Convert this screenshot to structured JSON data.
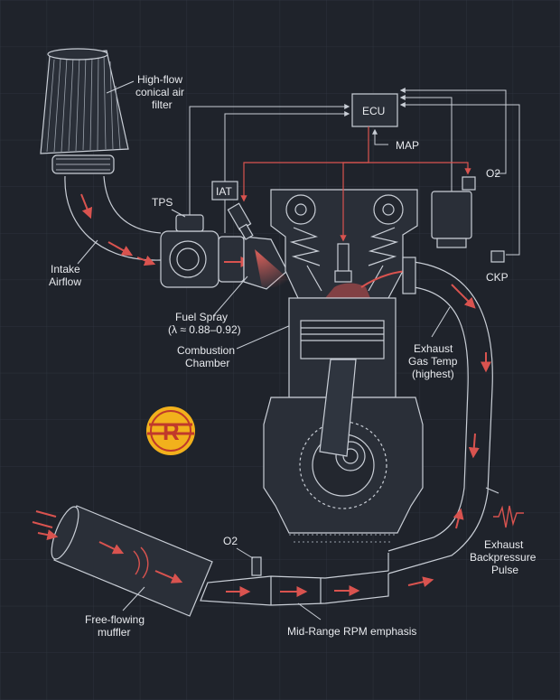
{
  "labels": {
    "air_filter_line1": "High-flow",
    "air_filter_line2": "conical air",
    "air_filter_line3": "filter",
    "ecu": "ECU",
    "map": "MAP",
    "o2_top": "O2",
    "iat": "IAT",
    "tps": "TPS",
    "ckp": "CKP",
    "intake_line1": "Intake",
    "intake_line2": "Airflow",
    "fuel_spray_line1": "Fuel Spray",
    "fuel_spray_line2": "(λ ≈ 0.88–0.92)",
    "combustion_line1": "Combustion",
    "combustion_line2": "Chamber",
    "egt_line1": "Exhaust",
    "egt_line2": "Gas Temp",
    "egt_line3": "(highest)",
    "backpressure_line1": "Exhaust",
    "backpressure_line2": "Backpressure",
    "backpressure_line3": "Pulse",
    "o2_bottom": "O2",
    "muffler_line1": "Free-flowing",
    "muffler_line2": "muffler",
    "midrange": "Mid-Range RPM emphasis",
    "badge_letter": "R"
  },
  "colors": {
    "background": "#1f232b",
    "grid": "#2c323c",
    "line": "#c9ced6",
    "accent": "#d9534f",
    "badge_yellow": "#f2b11c",
    "badge_red": "#c0392b"
  },
  "icons": {
    "badge": "winged-r-logo"
  }
}
